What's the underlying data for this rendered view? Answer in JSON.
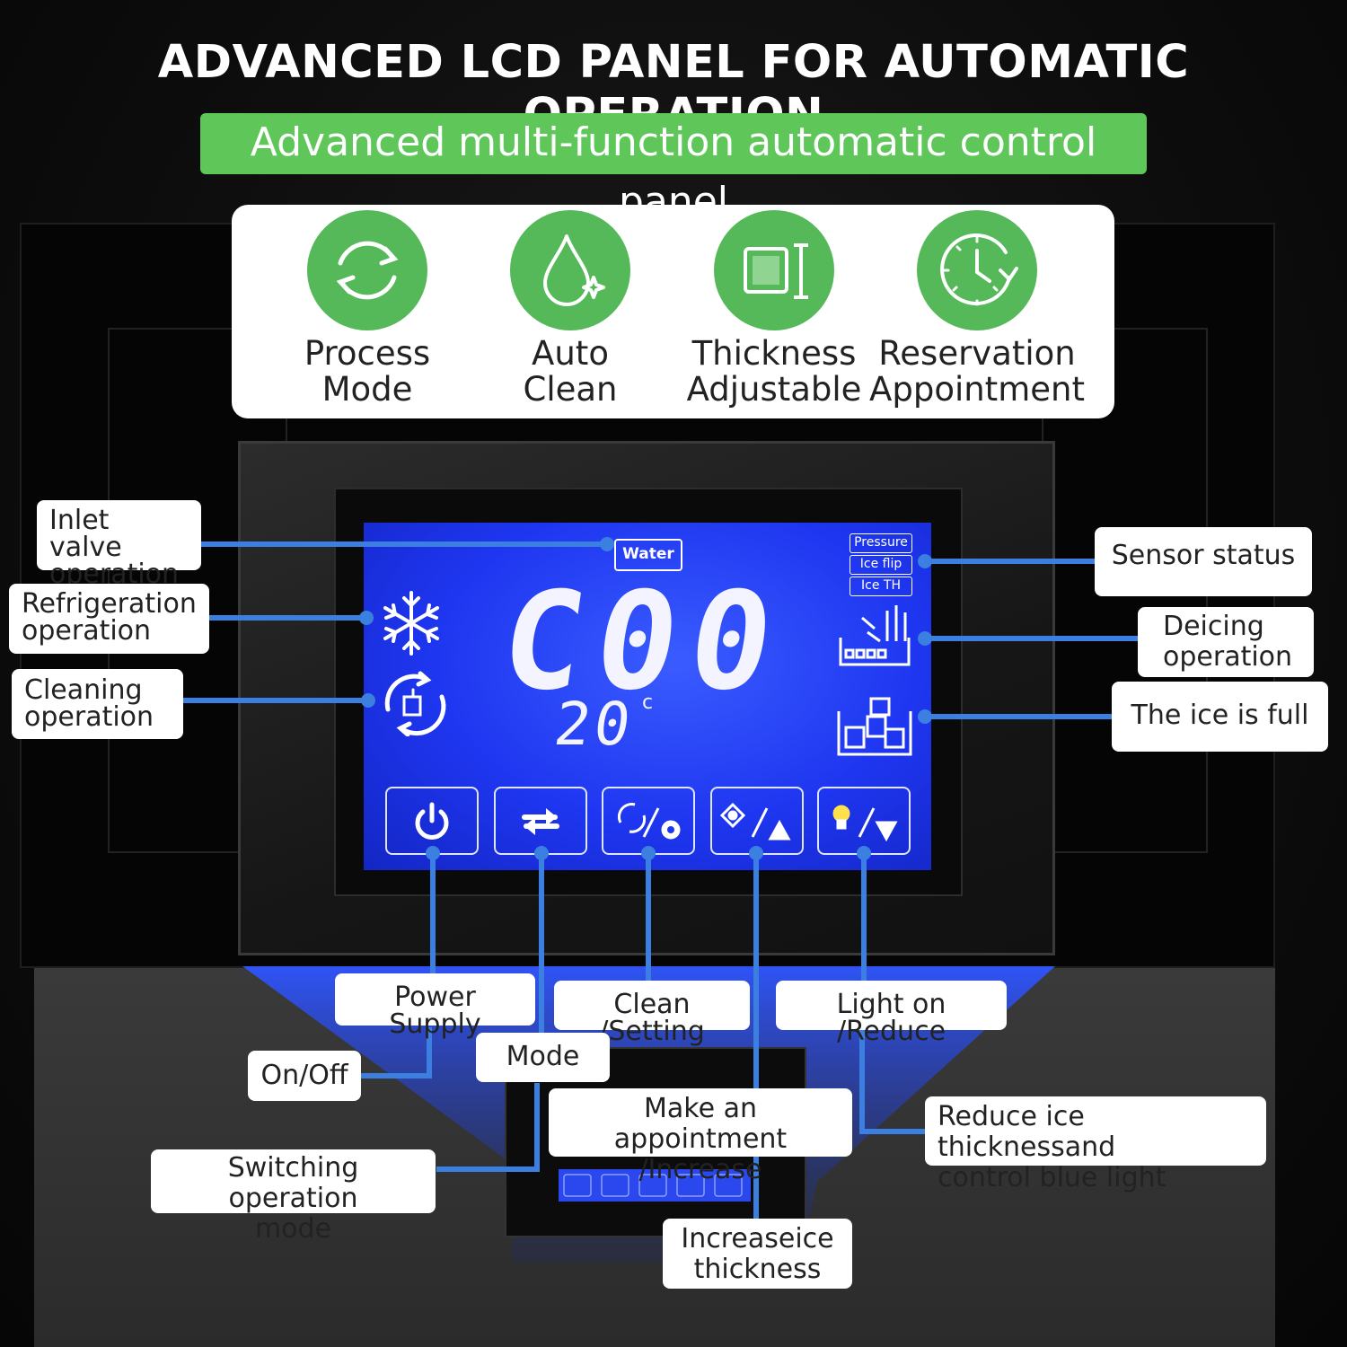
{
  "header": {
    "title": "ADVANCED LCD PANEL FOR AUTOMATIC OPERATION",
    "subtitle": "Advanced multi-function automatic control panel"
  },
  "features": [
    {
      "label": "Process\nMode",
      "icon": "cycle-icon"
    },
    {
      "label": "Auto\nClean",
      "icon": "water-drop-icon"
    },
    {
      "label": "Thickness\nAdjustable",
      "icon": "thickness-icon"
    },
    {
      "label": "Reservation\nAppointment",
      "icon": "clock-icon"
    }
  ],
  "lcd": {
    "code": "C00",
    "temperature": "20",
    "temperature_unit": "c",
    "water_indicator": "Water",
    "sensors": [
      "Pressure",
      "Ice flip",
      "Ice TH"
    ],
    "buttons": [
      {
        "icon": "power-icon"
      },
      {
        "icon": "swap-icon"
      },
      {
        "icon": "clean-setting-icon"
      },
      {
        "icon": "increase-icon"
      },
      {
        "icon": "light-reduce-icon"
      }
    ]
  },
  "callouts": {
    "inlet_valve": "Inlet valve\noperation",
    "refrigeration": "Refrigeration\noperation",
    "cleaning": "Cleaning\noperation",
    "sensor_status": "Sensor status",
    "deicing": "Deicing\noperation",
    "ice_full": "The ice is full",
    "power_supply": "Power Supply",
    "clean_setting": "Clean /Setting",
    "light_reduce": "Light on /Reduce",
    "on_off": "On/Off",
    "mode": "Mode",
    "appointment": "Make an appointment\n/Increase",
    "switching_mode": "Switching operation\nmode",
    "reduce_thickness": "Reduce ice thicknessand\ncontrol blue light",
    "increase_thickness": "Increaseice\nthickness"
  },
  "colors": {
    "accent_green": "#5fc75a",
    "icon_green": "#55b95a",
    "lcd_blue": "#1e36f0",
    "leader_line_blue": "#3b7fe0"
  }
}
